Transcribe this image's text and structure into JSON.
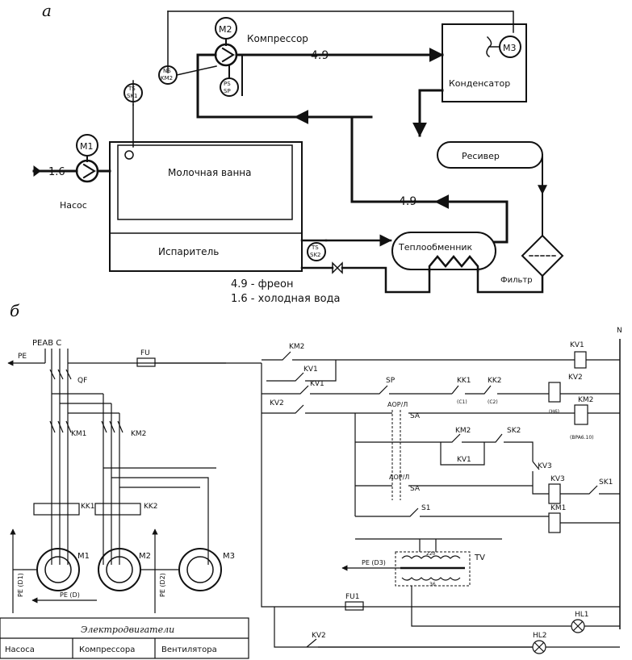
{
  "panel_a": {
    "letter": "а",
    "labels": {
      "m1": "M1",
      "m2": "M2",
      "m3": "M3",
      "compressor": "Компрессор",
      "condenser": "Конденсатор",
      "receiver": "Ресивер",
      "bath": "Молочная ванна",
      "evaporator": "Испаритель",
      "heat_exchanger": "Теплообменник",
      "filter": "Фильтр",
      "pump": "Насос",
      "ns_top": "NS",
      "ns_bottom": "KM2",
      "ts1_top": "TS",
      "ts1_bottom": "SK1",
      "ps_top": "PS",
      "ps_bottom": "SP",
      "ts2_top": "TS",
      "ts2_bottom": "SK2",
      "flow_49_top": "4.9",
      "flow_49_mid": "4.9",
      "flow_16": "1.6"
    },
    "legend": [
      "4.9 - фреон",
      "1.6 - холодная вода"
    ]
  },
  "panel_b": {
    "letter": "б",
    "power": {
      "pe": "PE",
      "phases": "PEAB C",
      "qf": "QF",
      "km1": "KM1",
      "km2": "KM2",
      "kk1": "KK1",
      "kk2": "KK2",
      "m1": "M1",
      "m2": "M2",
      "m3": "M3",
      "pe_d1": "PE (D1)",
      "pe_d2": "PE (D2)",
      "pe_d": "PE (D)"
    },
    "table": {
      "title": "Электродвигатели",
      "cols": [
        "Насоса",
        "Компрессора",
        "Вентилятора"
      ]
    },
    "control": {
      "fu": "FU",
      "fu1": "FU1",
      "n": "N",
      "km2_a": "KM2",
      "kv1_a": "KV1",
      "kv1_b": "KV1",
      "kv2_a": "KV2",
      "sp": "SP",
      "kk1": "KK1",
      "kk2": "KK2",
      "c1": "(C1)",
      "c2": "(C2)",
      "aop1": "АОР/Л",
      "sa1": "SA",
      "aop2": "АОР/Л",
      "sa2": "SA",
      "km2_b": "KM2",
      "sk2": "SK2",
      "kv1_c": "KV1",
      "kv3_a": "KV3",
      "s1": "S1",
      "kv3_coil": "KV3",
      "sk1": "SK1",
      "km1_coil": "KM1",
      "kv1_coil": "KV1",
      "kv2_coil": "KV2",
      "km2_coil": "KM2",
      "h6": "(H6)",
      "bpa": "(BPA6.10)",
      "tv": "TV",
      "pe_d3": "PE (D3)",
      "tv_top": "220",
      "tv_bot": "36",
      "hl1": "HL1",
      "hl2": "HL2",
      "kv2_b": "KV2"
    }
  }
}
